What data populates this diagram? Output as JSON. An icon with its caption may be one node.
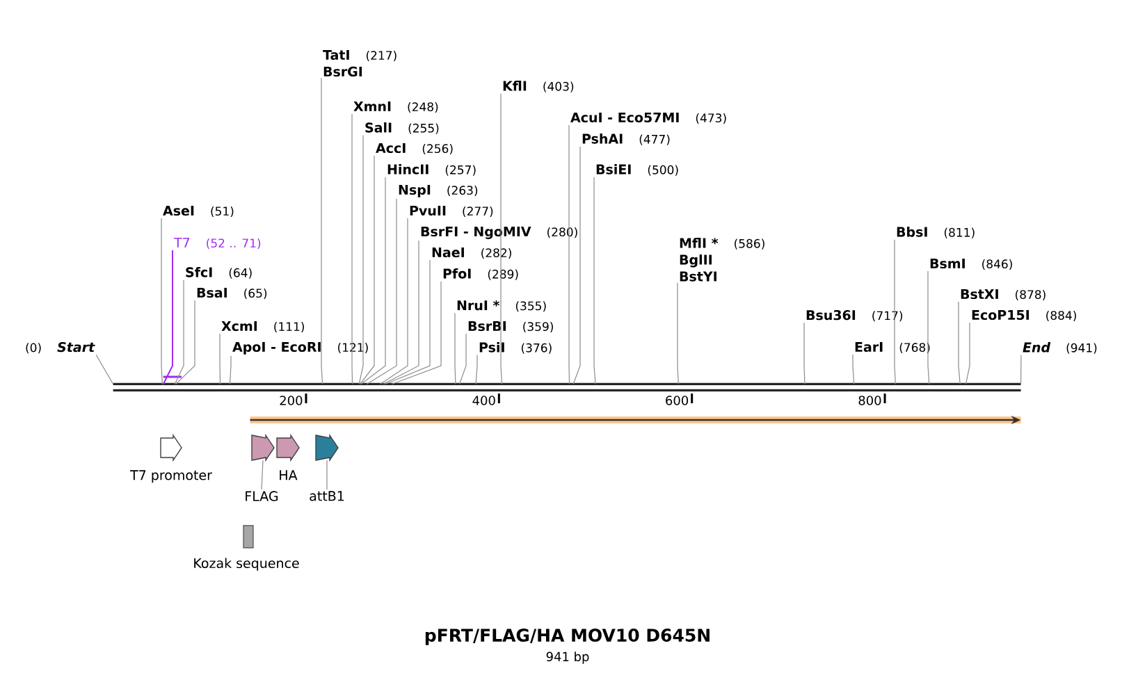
{
  "diagram": {
    "title": "pFRT/FLAG/HA MOV10 D645N",
    "nodes": [
      {
        "text": [],
        "shape": "bar"
      },
      {
        "text": [
          "(0)",
          "Start"
        ]
      },
      {
        "text": [
          "AseI",
          "(51)"
        ]
      },
      {
        "text": [
          "T7",
          "(52 .. 71)"
        ]
      },
      {
        "text": [
          "SfcI",
          "(64)"
        ]
      },
      {
        "text": [
          "BsaI",
          "(65)"
        ]
      },
      {
        "text": [
          "XcmI",
          "(111)"
        ]
      },
      {
        "text": [
          "ApoI - EcoRI",
          "(121)"
        ]
      },
      {
        "text": [
          "TatI",
          "(217)",
          "BsrGI"
        ]
      },
      {
        "text": [
          "XmnI",
          "(248)"
        ]
      },
      {
        "text": [
          "SalI",
          "(255)"
        ]
      },
      {
        "text": [
          "AccI",
          "(256)"
        ]
      },
      {
        "text": [
          "HincII",
          "(257)"
        ]
      },
      {
        "text": [
          "NspI",
          "(263)"
        ]
      },
      {
        "text": [
          "PvuII",
          "(277)"
        ]
      },
      {
        "text": [
          "BsrFI - NgoMIV",
          "(280)"
        ]
      },
      {
        "text": [
          "NaeI",
          "(282)"
        ]
      },
      {
        "text": [
          "PfoI",
          "(289)"
        ]
      },
      {
        "text": [
          "NruI *",
          "(355)"
        ]
      },
      {
        "text": [
          "BsrBI",
          "(359)"
        ]
      },
      {
        "text": [
          "PsiI",
          "(376)"
        ]
      },
      {
        "text": [
          "KflI",
          "(403)"
        ]
      },
      {
        "text": [
          "AcuI - Eco57MI",
          "(473)"
        ]
      },
      {
        "text": [
          "PshAI",
          "(477)"
        ]
      },
      {
        "text": [
          "BsiEI",
          "(500)"
        ]
      },
      {
        "text": [
          "MflI *",
          "(586)",
          "BglII",
          "BstYI"
        ]
      },
      {
        "text": [
          "Bsu36I",
          "(717)"
        ]
      },
      {
        "text": [
          "EarI",
          "(768)"
        ]
      },
      {
        "text": [
          "BbsI",
          "(811)"
        ]
      },
      {
        "text": [
          "BsmI",
          "(846)"
        ]
      },
      {
        "text": [
          "BstXI",
          "(878)"
        ]
      },
      {
        "text": [
          "EcoP15I",
          "(884)"
        ]
      },
      {
        "text": [
          "End",
          "(941)"
        ]
      },
      {
        "text": [],
        "shape": "bar"
      },
      {
        "text": [
          "T7 promoter"
        ]
      },
      {
        "text": [],
        "shape": "pentagon"
      },
      {
        "text": [
          "HA"
        ]
      },
      {
        "text": [],
        "shape": "pentagon"
      },
      {
        "text": [
          "FLAG"
        ]
      },
      {
        "text": [
          "attB1"
        ]
      },
      {
        "text": [
          "Kozak sequence"
        ]
      }
    ],
    "edges": [
      {
        "from": 1,
        "to": 0,
        "arrow": "none"
      },
      {
        "from": 2,
        "to": 0,
        "arrow": "none"
      },
      {
        "from": 3,
        "to": 0,
        "arrow": "none",
        "color": "#a32cf0"
      },
      {
        "from": 4,
        "to": 0,
        "arrow": "none"
      },
      {
        "from": 5,
        "to": 0,
        "arrow": "none"
      },
      {
        "from": 6,
        "to": 0,
        "arrow": "none"
      },
      {
        "from": 7,
        "to": 0,
        "arrow": "none"
      },
      {
        "from": 8,
        "to": 0,
        "arrow": "none"
      },
      {
        "from": 9,
        "to": 0,
        "arrow": "none"
      },
      {
        "from": 10,
        "to": 0,
        "arrow": "none"
      },
      {
        "from": 11,
        "to": 0,
        "arrow": "none"
      },
      {
        "from": 12,
        "to": 0,
        "arrow": "none"
      },
      {
        "from": 13,
        "to": 0,
        "arrow": "none"
      },
      {
        "from": 14,
        "to": 0,
        "arrow": "none"
      },
      {
        "from": 15,
        "to": 0,
        "arrow": "none"
      },
      {
        "from": 16,
        "to": 0,
        "arrow": "none"
      },
      {
        "from": 17,
        "to": 0,
        "arrow": "none"
      },
      {
        "from": 18,
        "to": 0,
        "arrow": "none"
      },
      {
        "from": 19,
        "to": 0,
        "arrow": "none"
      },
      {
        "from": 20,
        "to": 0,
        "arrow": "none"
      },
      {
        "from": 21,
        "to": 0,
        "arrow": "none"
      },
      {
        "from": 22,
        "to": 0,
        "arrow": "none"
      },
      {
        "from": 23,
        "to": 0,
        "arrow": "none"
      },
      {
        "from": 24,
        "to": 0,
        "arrow": "none"
      },
      {
        "from": 25,
        "to": 0,
        "arrow": "none"
      },
      {
        "from": 26,
        "to": 0,
        "arrow": "none"
      },
      {
        "from": 27,
        "to": 0,
        "arrow": "none"
      },
      {
        "from": 28,
        "to": 0,
        "arrow": "none"
      },
      {
        "from": 29,
        "to": 0,
        "arrow": "none"
      },
      {
        "from": 30,
        "to": 0,
        "arrow": "none"
      },
      {
        "from": 31,
        "to": 0,
        "arrow": "none"
      },
      {
        "from": 32,
        "to": 0,
        "arrow": "none"
      },
      {
        "from": 38,
        "to": 35,
        "arrow": "none"
      },
      {
        "from": 39,
        "to": 37,
        "arrow": "none"
      }
    ],
    "labels": [
      "200",
      "400",
      "600",
      "800",
      "941 bp"
    ]
  }
}
